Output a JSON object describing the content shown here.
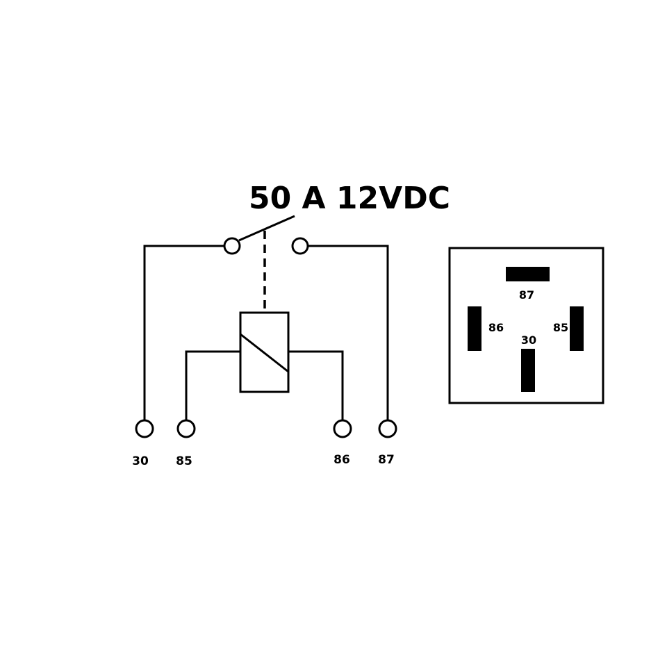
{
  "title": "50 A 12VDC",
  "schematic": {
    "terminals": [
      {
        "id": "30",
        "label": "30"
      },
      {
        "id": "85",
        "label": "85"
      },
      {
        "id": "86",
        "label": "86"
      },
      {
        "id": "87",
        "label": "87"
      }
    ]
  },
  "socket": {
    "pins": [
      {
        "id": "87",
        "label": "87",
        "orientation": "horizontal"
      },
      {
        "id": "86",
        "label": "86",
        "orientation": "vertical"
      },
      {
        "id": "85",
        "label": "85",
        "orientation": "vertical"
      },
      {
        "id": "30",
        "label": "30",
        "orientation": "vertical"
      }
    ]
  }
}
